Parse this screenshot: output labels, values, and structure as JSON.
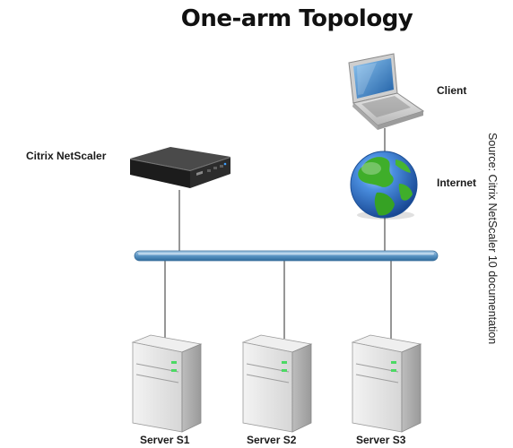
{
  "title": "One-arm Topology",
  "nodes": {
    "netscaler": "Citrix NetScaler",
    "client": "Client",
    "internet": "Internet",
    "servers": [
      "Server S1",
      "Server S2",
      "Server S3"
    ]
  },
  "source_note": "Source: Citrix NetScaler 10 documentation",
  "colors": {
    "bus": "#5b95c4",
    "lines": "#6a6a6a",
    "globe_ocean": "#2f6fc9",
    "globe_land": "#3fae2a",
    "server_body": "#e3e3e3",
    "server_led": "#4cd964",
    "laptop_screen": "#3d86c9",
    "device_body": "#1e1e1e"
  },
  "icons": [
    "netscaler-appliance-icon",
    "laptop-icon",
    "globe-icon",
    "server-icon"
  ]
}
